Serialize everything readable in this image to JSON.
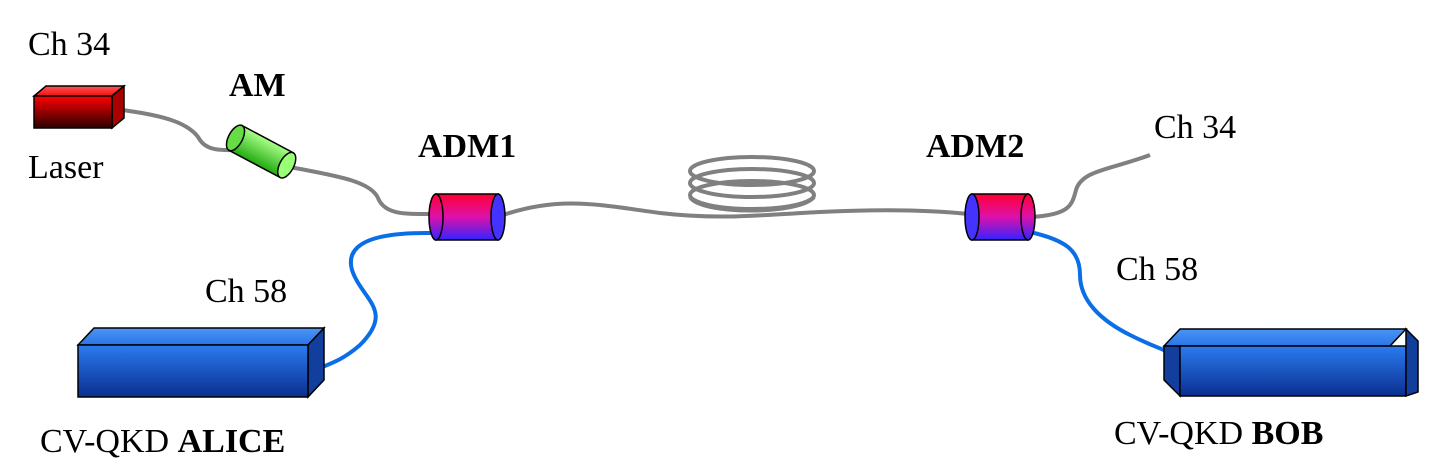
{
  "labels": {
    "laser_channel": "Ch 34",
    "laser": "Laser",
    "am": "AM",
    "adm1": "ADM1",
    "adm2": "ADM2",
    "adm2_channel_out": "Ch 34",
    "alice_channel": "Ch 58",
    "bob_channel": "Ch 58",
    "alice_prefix": "CV-QKD ",
    "alice_name": "ALICE",
    "bob_prefix": "CV-QKD ",
    "bob_name": "BOB"
  },
  "colors": {
    "fiber_gray": "#808080",
    "fiber_blue": "#0a6ee6",
    "laser_red": "#e60000",
    "am_green": "#55dd33",
    "adm_top": "#ff0033",
    "adm_bottom": "#3322ff",
    "box_blue": "#1a5fd6"
  }
}
